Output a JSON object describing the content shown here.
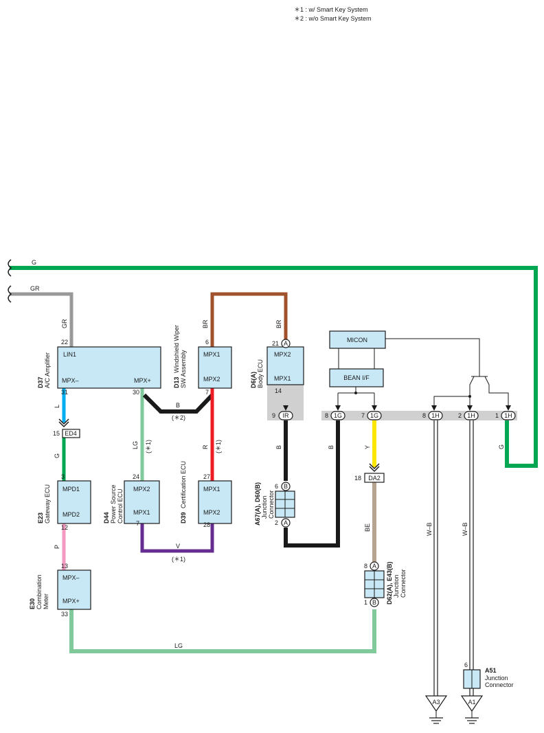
{
  "notes": [
    "＊1 : w/ Smart Key System",
    "＊2 : w/o Smart Key System"
  ],
  "colors": {
    "G": "#00a651",
    "GR": "#999999",
    "BR": "#a0522d",
    "B": "#1a1a1a",
    "L": "#00aeef",
    "LG": "#7fc99a",
    "R": "#ed1c24",
    "P": "#f49ac1",
    "V": "#662d91",
    "Y": "#ffe600",
    "BE": "#b5a48f",
    "WB": "#555555"
  },
  "wires": {
    "top_g": "G",
    "top_gr": "GR",
    "gr_v": "GR",
    "br_l": "BR",
    "br_r": "BR",
    "l": "L",
    "g_ed4": "G",
    "p": "P",
    "lg_30": "LG",
    "b_30": "B",
    "b_note": "(＊2)",
    "lg_note": "(＊1)",
    "r": "R",
    "r_note": "(＊1)",
    "v": "V",
    "v_note": "(＊1)",
    "b_ir": "B",
    "b_1g": "B",
    "y": "Y",
    "be": "BE",
    "wb1": "W–B",
    "wb2": "W–B",
    "g_1h": "G",
    "lg_bottom": "LG"
  },
  "components": {
    "d37": {
      "code": "D37",
      "name": "A/C Amplifier",
      "p1": "LIN1",
      "p2": "MPX–",
      "p3": "MPX+",
      "pin_top": "22",
      "pin_l": "31",
      "pin_r": "30"
    },
    "d13": {
      "code": "D13",
      "name1": "Windshield Wiper",
      "name2": "SW Assembly",
      "p1": "MPX1",
      "p2": "MPX2",
      "pin_top": "6",
      "pin_bot": "7"
    },
    "d6": {
      "code": "D6(A)",
      "name": "Body ECU",
      "p1": "MPX2",
      "p2": "MPX1",
      "pin_top": "21",
      "term_top": "A",
      "pin_bot": "14"
    },
    "e23": {
      "code": "E23",
      "name": "Gateway ECU",
      "p1": "MPD1",
      "p2": "MPD2",
      "pin_top": "3",
      "pin_bot": "12"
    },
    "d44": {
      "code": "D44",
      "name1": "Power Source",
      "name2": "Control ECU",
      "p1": "MPX2",
      "p2": "MPX1",
      "pin_top": "24",
      "pin_bot": "7"
    },
    "d39": {
      "code": "D39",
      "name": "Certification ECU",
      "p1": "MPX1",
      "p2": "MPX2",
      "pin_top": "27",
      "pin_bot": "28"
    },
    "e30": {
      "code": "E30",
      "name1": "Combination",
      "name2": "Meter",
      "p1": "MPX–",
      "p2": "MPX+",
      "pin_top": "13",
      "pin_bot": "33"
    },
    "micon": "MICON",
    "bean": "BEAN I/F",
    "a67": {
      "code": "A67(A), D60(B)",
      "name1": "Junction",
      "name2": "Connector",
      "pin_top": "6",
      "term_top": "B",
      "pin_bot": "2",
      "term_bot": "A"
    },
    "d62": {
      "code": "D62(A), E43(B)",
      "name1": "Junction",
      "name2": "Connector",
      "pin_top": "8",
      "term_top": "A",
      "pin_bot": "1",
      "term_bot": "B"
    },
    "a51": {
      "code": "A51",
      "name1": "Junction",
      "name2": "Connector",
      "pin": "6"
    }
  },
  "connectors": {
    "ed4": {
      "code": "ED4",
      "pin": "15"
    },
    "da2": {
      "code": "DA2",
      "pin": "18"
    },
    "ir": {
      "code": "IR",
      "pin": "9"
    },
    "g1": {
      "code": "1G",
      "pin": "8"
    },
    "g2": {
      "code": "1G",
      "pin": "7"
    },
    "h1": {
      "code": "1H",
      "pin": "8"
    },
    "h2": {
      "code": "1H",
      "pin": "2"
    },
    "h3": {
      "code": "1H",
      "pin": "1"
    }
  },
  "grounds": [
    "A3",
    "A1"
  ]
}
